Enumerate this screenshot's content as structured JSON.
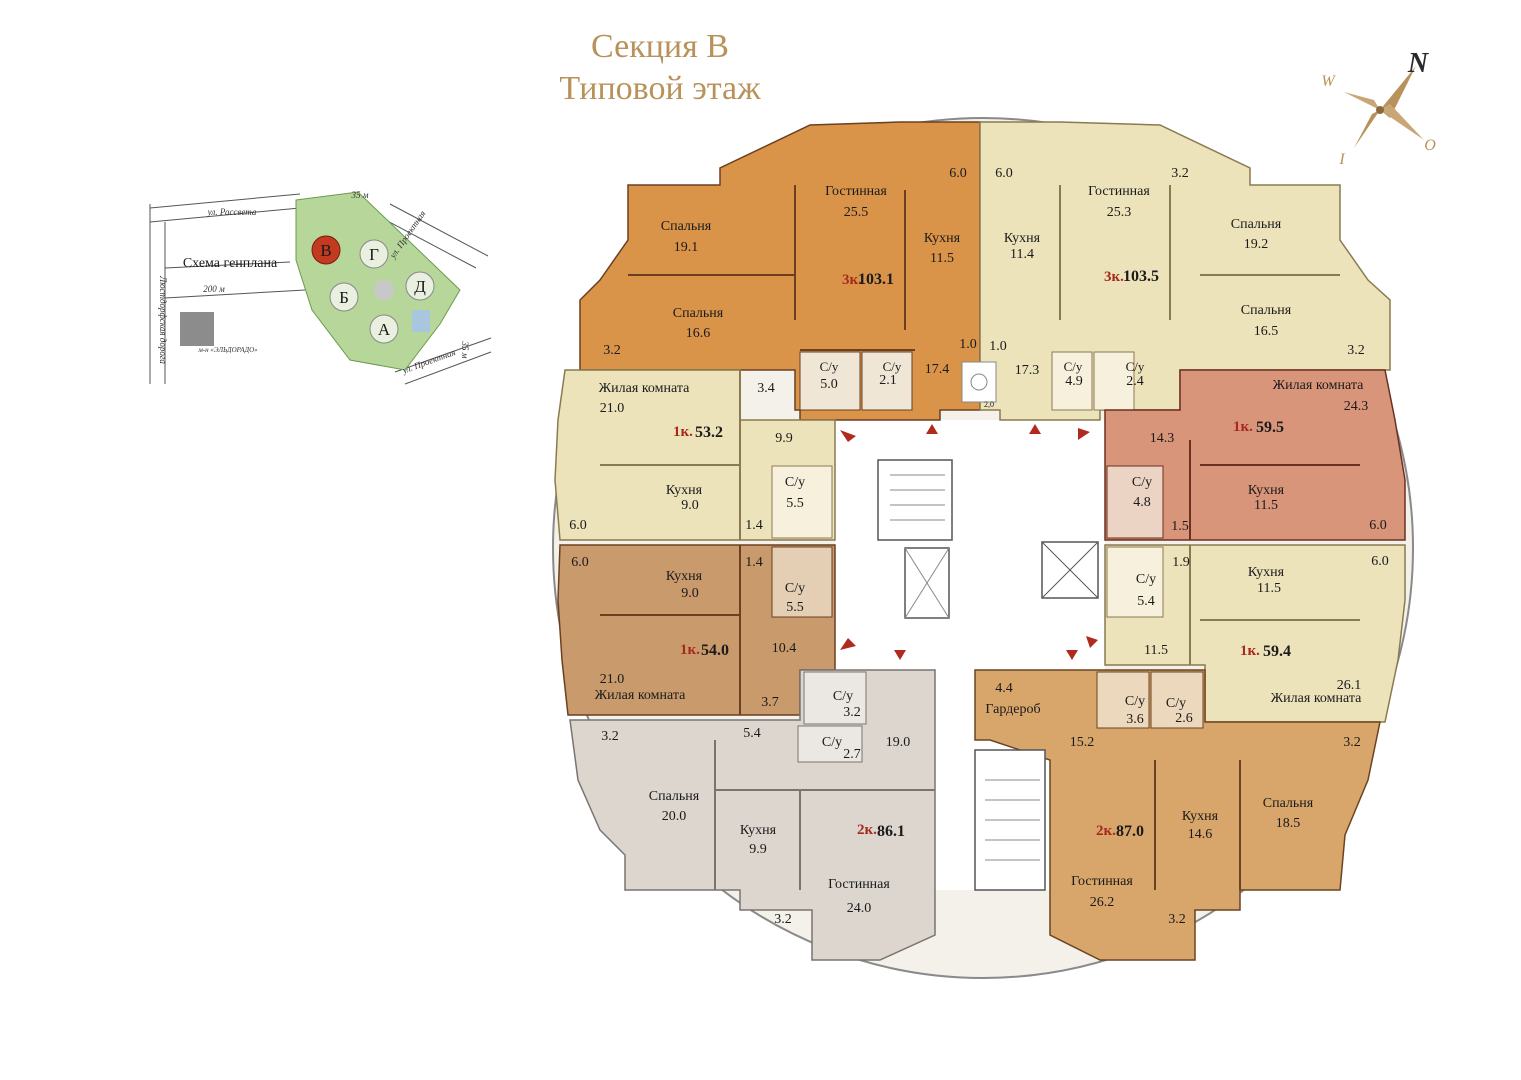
{
  "title": {
    "line1": "Секция В",
    "line2": "Типовой этаж"
  },
  "compass": {
    "n": "N",
    "w": "W",
    "o": "O",
    "i": "I"
  },
  "site_plan": {
    "caption": "Схема генплана",
    "street_top": "ул. Рассвета",
    "street_left": "Люстдорфская дорога",
    "street_right_top": "ул. Проектная",
    "street_right_bottom": "ул. Проектная",
    "dist_200": "200 м",
    "dist_35_top": "35 м",
    "dist_35_right": "35 м",
    "mall": "м-н «ЭЛЬДОРАДО»",
    "sections": [
      "В",
      "Г",
      "Б",
      "Д",
      "А"
    ],
    "highlighted": "В"
  },
  "rooms": {
    "nw_spalnya1": {
      "name": "Спальня",
      "area": "19.1"
    },
    "nw_spalnya2": {
      "name": "Спальня",
      "area": "16.6"
    },
    "nw_gost": {
      "name": "Гостинная",
      "area": "25.5"
    },
    "nw_kuhnya": {
      "name": "Кухня",
      "area": "11.5"
    },
    "nw_top": "6.0",
    "nw_corner": "3.2",
    "nw_su1": {
      "name": "С/у",
      "area": "5.0"
    },
    "nw_su2": {
      "name": "С/у",
      "area": "2.1"
    },
    "nw_hall": "17.4",
    "nw_hall2": "1.0",
    "ne_gost": {
      "name": "Гостинная",
      "area": "25.3"
    },
    "ne_kuhnya": {
      "name": "Кухня",
      "area": "11.4"
    },
    "ne_spalnya1": {
      "name": "Спальня",
      "area": "19.2"
    },
    "ne_spalnya2": {
      "name": "Спальня",
      "area": "16.5"
    },
    "ne_top": "6.0",
    "ne_corner_top": "3.2",
    "ne_corner": "3.2",
    "ne_hall": "17.3",
    "ne_hall2": "1.0",
    "ne_su1": {
      "name": "С/у",
      "area": "4.9"
    },
    "ne_su2": {
      "name": "С/у",
      "area": "2.4"
    },
    "garbage": "2,0",
    "w1_zhil": {
      "name": "Жилая комната",
      "area": "21.0"
    },
    "w1_balk": "3.4",
    "w1_hall": "9.9",
    "w1_kuhnya": {
      "name": "Кухня",
      "area": "9.0"
    },
    "w1_su": {
      "name": "С/у",
      "area": "5.5"
    },
    "w1_small": "1.4",
    "w1_loggia": "6.0",
    "w2_loggia": "6.0",
    "w2_kuhnya": {
      "name": "Кухня",
      "area": "9.0"
    },
    "w2_small": "1.4",
    "w2_su": {
      "name": "С/у",
      "area": "5.5"
    },
    "w2_hall": "10.4",
    "w2_zhil": {
      "name": "Жилая комната",
      "area": "21.0"
    },
    "w2_balk": "3.7",
    "e1_zhil": {
      "name": "Жилая комната",
      "area": "24.3"
    },
    "e1_hall": "14.3",
    "e1_su": {
      "name": "С/у",
      "area": "4.8"
    },
    "e1_kuhnya": {
      "name": "Кухня",
      "area": "11.5"
    },
    "e1_small": "1.5",
    "e1_loggia": "6.0",
    "e2_loggia": "6.0",
    "e2_small": "1.9",
    "e2_kuhnya": {
      "name": "Кухня",
      "area": "11.5"
    },
    "e2_su": {
      "name": "С/у",
      "area": "5.4"
    },
    "e2_hall": "11.5",
    "e2_zhil": {
      "name": "Жилая комната",
      "area": "26.1"
    },
    "sw_corner": "3.2",
    "sw_spalnya": {
      "name": "Спальня",
      "area": "20.0"
    },
    "sw_hall": "5.4",
    "sw_su1": {
      "name": "С/у",
      "area": "3.2"
    },
    "sw_su2": {
      "name": "С/у",
      "area": "2.7"
    },
    "sw_hall2": "19.0",
    "sw_kuhnya": {
      "name": "Кухня",
      "area": "9.9"
    },
    "sw_gost": {
      "name": "Гостинная",
      "area": "24.0"
    },
    "sw_balk": "3.2",
    "se_gard": {
      "name": "Гардероб",
      "area": "4.4"
    },
    "se_su1": {
      "name": "С/у",
      "area": "3.6"
    },
    "se_su2": {
      "name": "С/у",
      "area": "2.6"
    },
    "se_hall": "15.2",
    "se_kuhnya": {
      "name": "Кухня",
      "area": "14.6"
    },
    "se_spalnya": {
      "name": "Спальня",
      "area": "18.5"
    },
    "se_corner": "3.2",
    "se_gost": {
      "name": "Гостинная",
      "area": "26.2"
    },
    "se_balk": "3.2"
  },
  "apartments": {
    "nw": {
      "type": "3к.",
      "area": "103.1",
      "color": "#d9944a"
    },
    "ne": {
      "type": "3к.",
      "area": "103.5",
      "color": "#ede3bb"
    },
    "w1": {
      "type": "1к.",
      "area": "53.2",
      "color": "#ede3bb"
    },
    "w2": {
      "type": "1к.",
      "area": "54.0",
      "color": "#c99a6c"
    },
    "e1": {
      "type": "1к.",
      "area": "59.5",
      "color": "#d9957a"
    },
    "e2": {
      "type": "1к.",
      "area": "59.4",
      "color": "#ede3bb"
    },
    "sw": {
      "type": "2к.",
      "area": "86.1",
      "color": "#dcd6cf"
    },
    "se": {
      "type": "2к.",
      "area": "87.0",
      "color": "#d8a66a"
    }
  }
}
